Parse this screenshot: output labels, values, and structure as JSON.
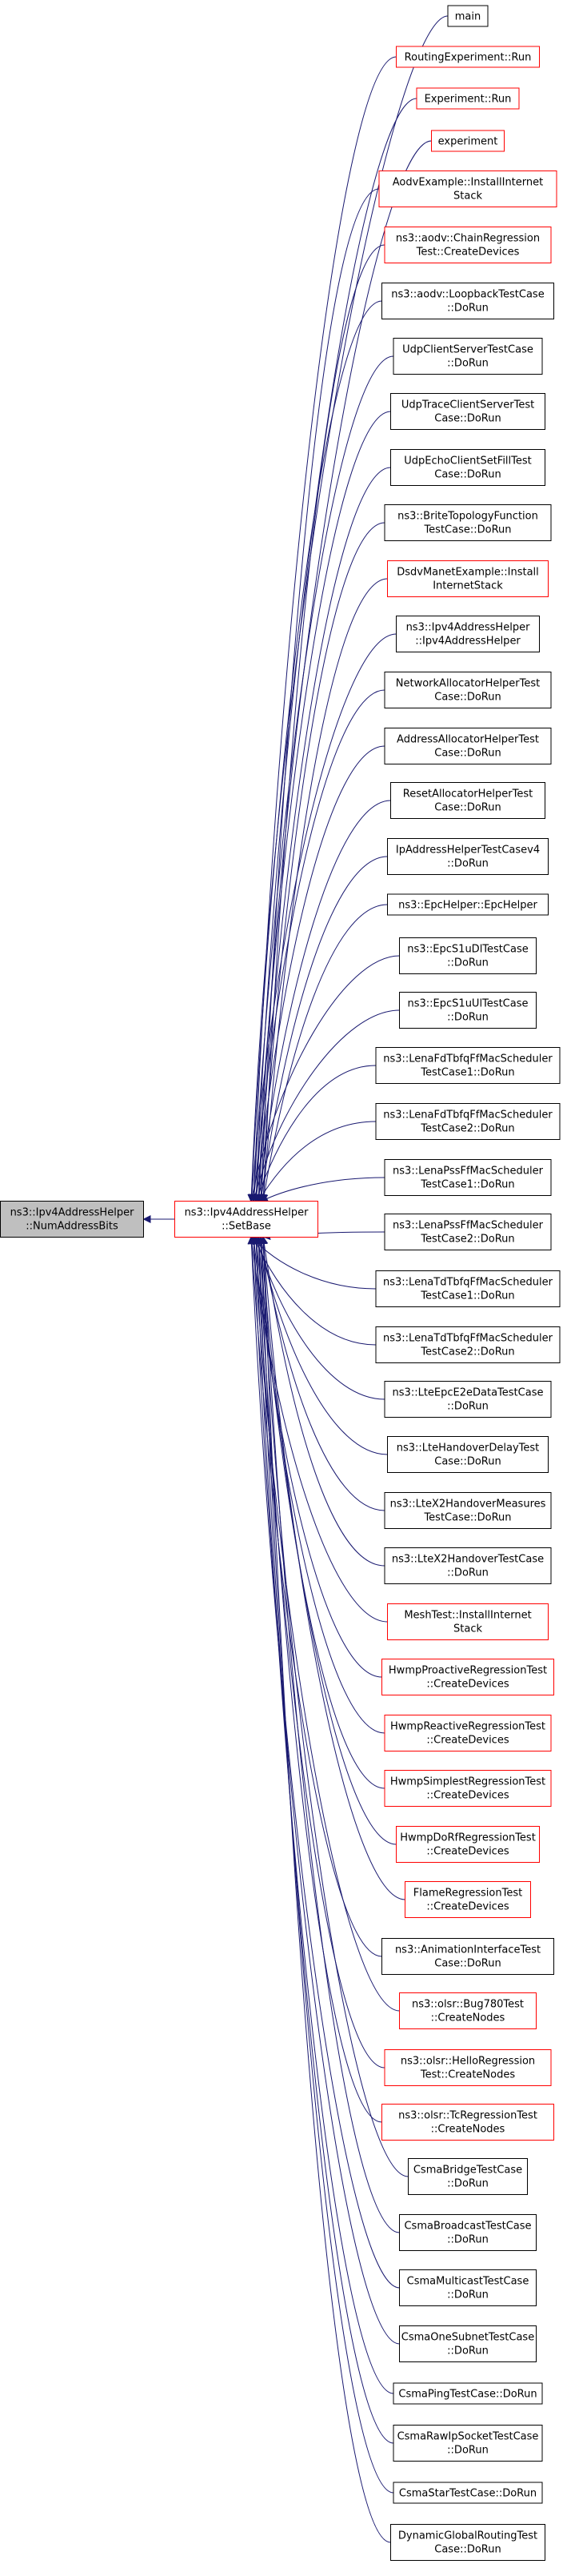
{
  "colors": {
    "edge": "#191970",
    "box_black": "#000000",
    "box_red": "#ff0000",
    "root_fill": "#bfbfbf",
    "fill": "#ffffff"
  },
  "root": {
    "lines": [
      "ns3::Ipv4AddressHelper",
      "::NumAddressBits"
    ]
  },
  "middle": {
    "lines": [
      "ns3::Ipv4AddressHelper",
      "::SetBase"
    ],
    "border": "red"
  },
  "callers": [
    {
      "lines": [
        "main"
      ],
      "border": "black"
    },
    {
      "lines": [
        "RoutingExperiment::Run"
      ],
      "border": "red"
    },
    {
      "lines": [
        "Experiment::Run"
      ],
      "border": "red"
    },
    {
      "lines": [
        "experiment"
      ],
      "border": "red"
    },
    {
      "lines": [
        "AodvExample::InstallInternet",
        "Stack"
      ],
      "border": "red"
    },
    {
      "lines": [
        "ns3::aodv::ChainRegression",
        "Test::CreateDevices"
      ],
      "border": "red"
    },
    {
      "lines": [
        "ns3::aodv::LoopbackTestCase",
        "::DoRun"
      ],
      "border": "black"
    },
    {
      "lines": [
        "UdpClientServerTestCase",
        "::DoRun"
      ],
      "border": "black"
    },
    {
      "lines": [
        "UdpTraceClientServerTest",
        "Case::DoRun"
      ],
      "border": "black"
    },
    {
      "lines": [
        "UdpEchoClientSetFillTest",
        "Case::DoRun"
      ],
      "border": "black"
    },
    {
      "lines": [
        "ns3::BriteTopologyFunction",
        "TestCase::DoRun"
      ],
      "border": "black"
    },
    {
      "lines": [
        "DsdvManetExample::Install",
        "InternetStack"
      ],
      "border": "red"
    },
    {
      "lines": [
        "ns3::Ipv4AddressHelper",
        "::Ipv4AddressHelper"
      ],
      "border": "black"
    },
    {
      "lines": [
        "NetworkAllocatorHelperTest",
        "Case::DoRun"
      ],
      "border": "black"
    },
    {
      "lines": [
        "AddressAllocatorHelperTest",
        "Case::DoRun"
      ],
      "border": "black"
    },
    {
      "lines": [
        "ResetAllocatorHelperTest",
        "Case::DoRun"
      ],
      "border": "black"
    },
    {
      "lines": [
        "IpAddressHelperTestCasev4",
        "::DoRun"
      ],
      "border": "black"
    },
    {
      "lines": [
        "ns3::EpcHelper::EpcHelper"
      ],
      "border": "black"
    },
    {
      "lines": [
        "ns3::EpcS1uDlTestCase",
        "::DoRun"
      ],
      "border": "black"
    },
    {
      "lines": [
        "ns3::EpcS1uUlTestCase",
        "::DoRun"
      ],
      "border": "black"
    },
    {
      "lines": [
        "ns3::LenaFdTbfqFfMacScheduler",
        "TestCase1::DoRun"
      ],
      "border": "black"
    },
    {
      "lines": [
        "ns3::LenaFdTbfqFfMacScheduler",
        "TestCase2::DoRun"
      ],
      "border": "black"
    },
    {
      "lines": [
        "ns3::LenaPssFfMacScheduler",
        "TestCase1::DoRun"
      ],
      "border": "black"
    },
    {
      "lines": [
        "ns3::LenaPssFfMacScheduler",
        "TestCase2::DoRun"
      ],
      "border": "black"
    },
    {
      "lines": [
        "ns3::LenaTdTbfqFfMacScheduler",
        "TestCase1::DoRun"
      ],
      "border": "black"
    },
    {
      "lines": [
        "ns3::LenaTdTbfqFfMacScheduler",
        "TestCase2::DoRun"
      ],
      "border": "black"
    },
    {
      "lines": [
        "ns3::LteEpcE2eDataTestCase",
        "::DoRun"
      ],
      "border": "black"
    },
    {
      "lines": [
        "ns3::LteHandoverDelayTest",
        "Case::DoRun"
      ],
      "border": "black"
    },
    {
      "lines": [
        "ns3::LteX2HandoverMeasures",
        "TestCase::DoRun"
      ],
      "border": "black"
    },
    {
      "lines": [
        "ns3::LteX2HandoverTestCase",
        "::DoRun"
      ],
      "border": "black"
    },
    {
      "lines": [
        "MeshTest::InstallInternet",
        "Stack"
      ],
      "border": "red"
    },
    {
      "lines": [
        "HwmpProactiveRegressionTest",
        "::CreateDevices"
      ],
      "border": "red"
    },
    {
      "lines": [
        "HwmpReactiveRegressionTest",
        "::CreateDevices"
      ],
      "border": "red"
    },
    {
      "lines": [
        "HwmpSimplestRegressionTest",
        "::CreateDevices"
      ],
      "border": "red"
    },
    {
      "lines": [
        "HwmpDoRfRegressionTest",
        "::CreateDevices"
      ],
      "border": "red"
    },
    {
      "lines": [
        "FlameRegressionTest",
        "::CreateDevices"
      ],
      "border": "red"
    },
    {
      "lines": [
        "ns3::AnimationInterfaceTest",
        "Case::DoRun"
      ],
      "border": "black"
    },
    {
      "lines": [
        "ns3::olsr::Bug780Test",
        "::CreateNodes"
      ],
      "border": "red"
    },
    {
      "lines": [
        "ns3::olsr::HelloRegression",
        "Test::CreateNodes"
      ],
      "border": "red"
    },
    {
      "lines": [
        "ns3::olsr::TcRegressionTest",
        "::CreateNodes"
      ],
      "border": "red"
    },
    {
      "lines": [
        "CsmaBridgeTestCase",
        "::DoRun"
      ],
      "border": "black"
    },
    {
      "lines": [
        "CsmaBroadcastTestCase",
        "::DoRun"
      ],
      "border": "black"
    },
    {
      "lines": [
        "CsmaMulticastTestCase",
        "::DoRun"
      ],
      "border": "black"
    },
    {
      "lines": [
        "CsmaOneSubnetTestCase",
        "::DoRun"
      ],
      "border": "black"
    },
    {
      "lines": [
        "CsmaPingTestCase::DoRun"
      ],
      "border": "black"
    },
    {
      "lines": [
        "CsmaRawIpSocketTestCase",
        "::DoRun"
      ],
      "border": "black"
    },
    {
      "lines": [
        "CsmaStarTestCase::DoRun"
      ],
      "border": "black"
    },
    {
      "lines": [
        "DynamicGlobalRoutingTest",
        "Case::DoRun"
      ],
      "border": "black"
    }
  ]
}
